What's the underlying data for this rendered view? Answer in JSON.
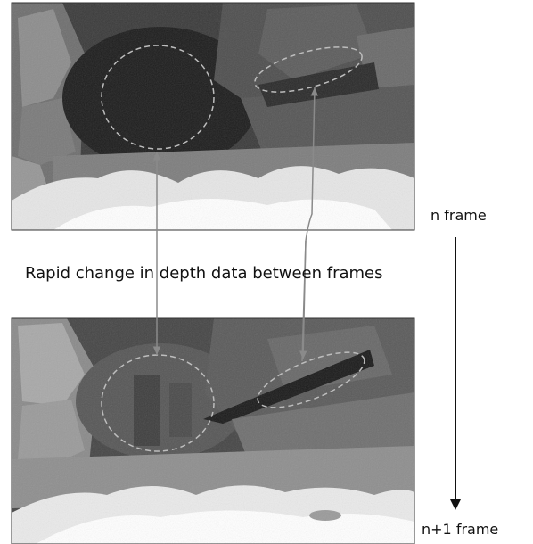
{
  "caption": "Rapid change in depth data between frames",
  "frames": [
    {
      "label": "n frame"
    },
    {
      "label": "n+1 frame"
    }
  ],
  "colors": {
    "background": "#ffffff",
    "connector": "#8a8a8a",
    "ellipse": "#bdbdbd",
    "time_arrow": "#111111"
  }
}
